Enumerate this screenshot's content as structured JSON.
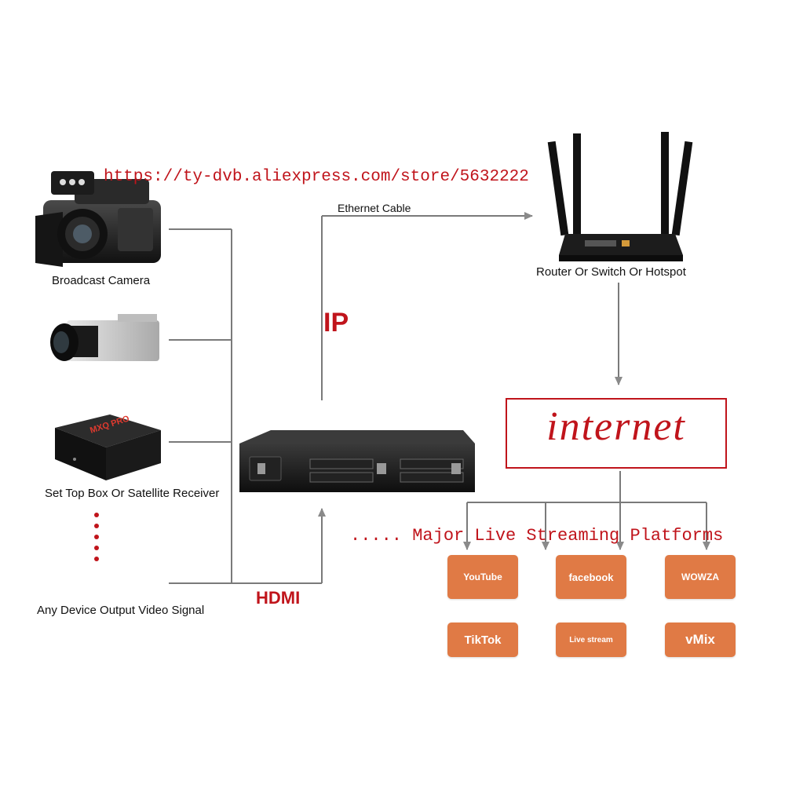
{
  "watermark": "https://ty-dvb.aliexpress.com/store/5632222",
  "sources": {
    "camera_label": "Broadcast Camera",
    "stb_label": "Set Top Box Or Satellite Receiver",
    "any_label": "Any Device Output Video Signal",
    "stb_brand": "MXQ PRO"
  },
  "links": {
    "ethernet_label": "Ethernet Cable",
    "ip_label": "IP",
    "hdmi_label": "HDMI"
  },
  "router": {
    "label": "Router Or Switch Or Hotspot"
  },
  "internet": {
    "label": "internet"
  },
  "platforms": {
    "heading": "..... Major Live Streaming Platforms",
    "items": [
      "YouTube",
      "facebook",
      "WOWZA",
      "TikTok",
      "Live stream",
      "vMix"
    ]
  },
  "colors": {
    "line": "#7a7a7a",
    "red": "#c0141b",
    "tile": "#e07a45"
  }
}
